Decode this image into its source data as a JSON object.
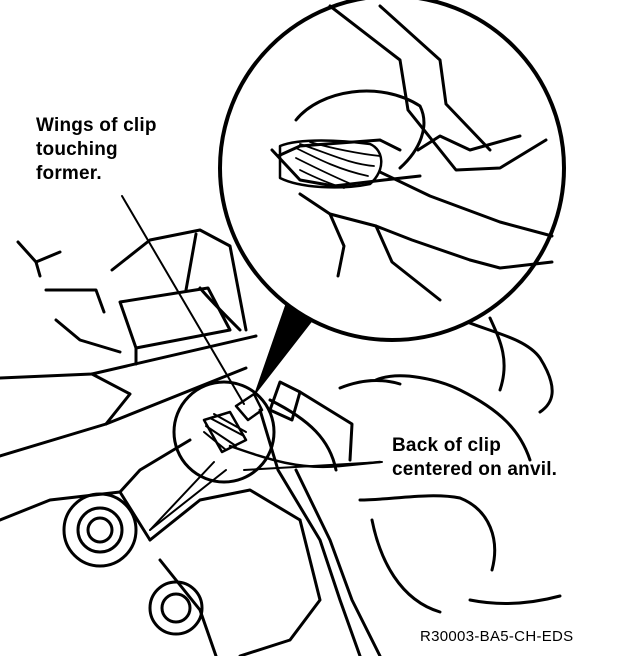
{
  "callouts": {
    "wings": {
      "line1": "Wings of clip",
      "line2": "touching",
      "line3": "former."
    },
    "back": {
      "line1": "Back of clip",
      "line2": "centered on anvil."
    }
  },
  "figure_code": "R30003-BA5-CH-EDS",
  "colors": {
    "ink": "#000000",
    "paper": "#ffffff"
  }
}
